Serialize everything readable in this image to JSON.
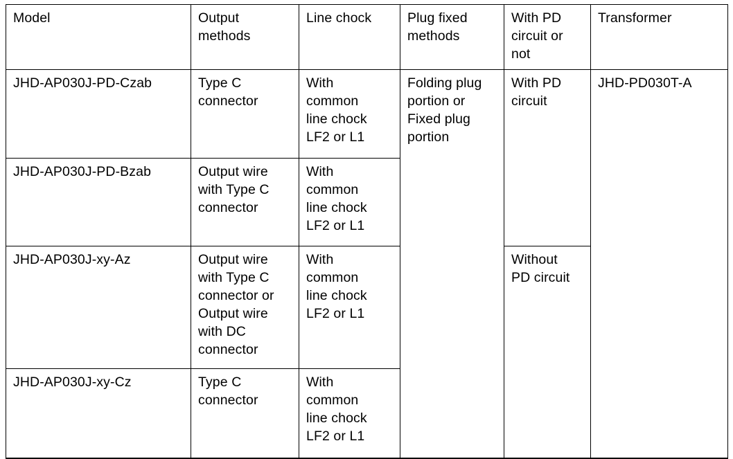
{
  "table": {
    "headers": [
      "Model",
      "Output\nmethods",
      "Line chock",
      "Plug fixed\nmethods",
      "With PD\ncircuit or\nnot",
      "Transformer"
    ],
    "rows": [
      {
        "model": "JHD-AP030J-PD-Czab",
        "output_methods": "Type C\nconnector",
        "line_chock": "With\ncommon\nline chock\nLF2 or L1",
        "plug_fixed_methods": "Folding plug\nportion or\nFixed plug\nportion",
        "pd_circuit": "With PD\ncircuit",
        "transformer": "JHD-PD030T-A"
      },
      {
        "model": "JHD-AP030J-PD-Bzab",
        "output_methods": "Output wire\nwith Type C\nconnector",
        "line_chock": "With\ncommon\nline chock\nLF2 or L1"
      },
      {
        "model": "JHD-AP030J-xy-Az",
        "output_methods": "Output wire\nwith Type C\nconnector or\nOutput wire\nwith DC\nconnector",
        "line_chock": "With\ncommon\nline chock\nLF2 or L1",
        "pd_circuit": "Without\nPD circuit"
      },
      {
        "model": "JHD-AP030J-xy-Cz",
        "output_methods": "Type C\nconnector",
        "line_chock": "With\ncommon\nline chock\nLF2 or L1"
      }
    ]
  },
  "colors": {
    "border": "#000000",
    "text": "#000000",
    "background": "#ffffff"
  }
}
